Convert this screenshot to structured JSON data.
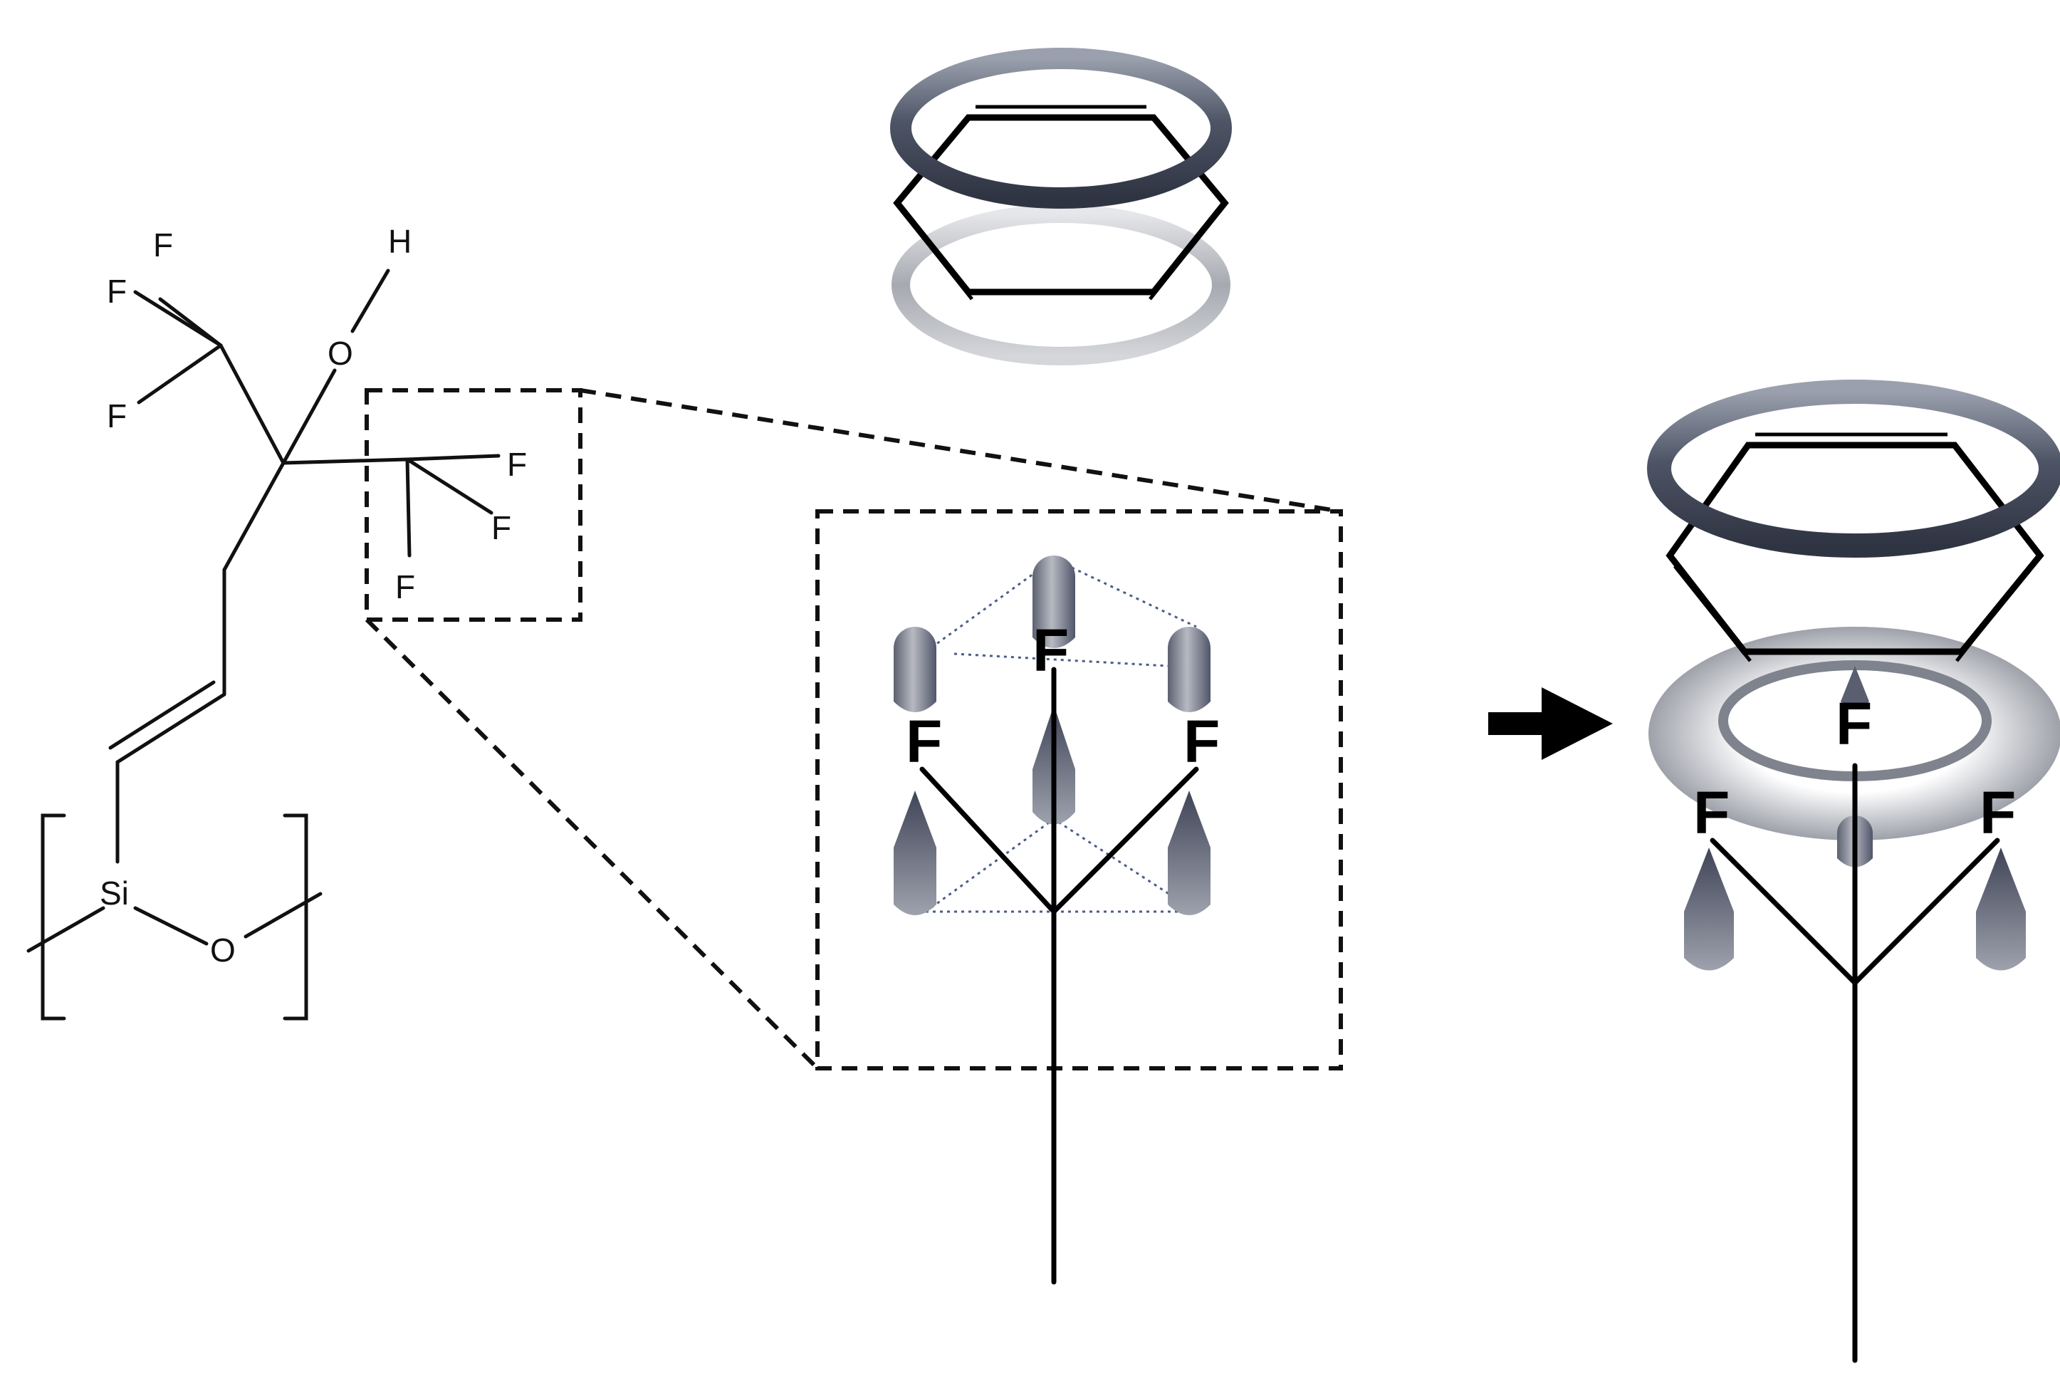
{
  "molecule": {
    "atom_labels": {
      "f1": "F",
      "f2": "F",
      "f3": "F",
      "f4": "F",
      "f5": "F",
      "f6": "F",
      "oxygen_hydroxyl": "O",
      "hydrogen": "H",
      "silicon": "Si",
      "oxygen_backbone": "O"
    }
  },
  "zoom_inset": {
    "fluorine_labels": {
      "top": "F",
      "left": "F",
      "right": "F"
    }
  },
  "result": {
    "fluorine_labels": {
      "center": "F",
      "left": "F",
      "right": "F"
    }
  },
  "colors": {
    "ring_dark": "#4f5566",
    "ring_light": "#c9cbd0",
    "lobe": "#6f7380",
    "bond": "#111111"
  },
  "icons": {
    "arrow": "right-arrow-icon"
  }
}
